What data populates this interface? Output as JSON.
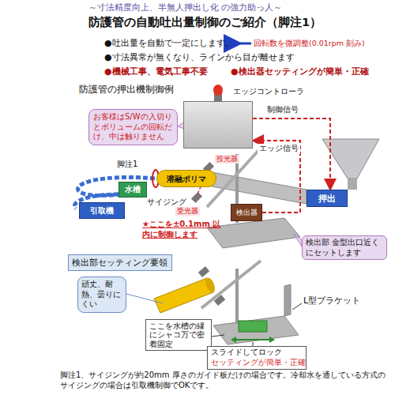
{
  "diagram": {
    "title": "防護管の自動吐出量制御のご紹介（脚注1）",
    "caption": "脚注1、サイジングが約20mm 厚さのガイド板だけの場合です。冷却水を通している方式のサイジングの場合は引取機制御でOKです。",
    "nodes": [
      {
        "text": [
          "エッジコントローラ"
        ]
      },
      {
        "text": [
          "お客様はS/Wの入切りとボリュームの回転だけ、中は触りません"
        ]
      },
      {
        "text": [
          "押出"
        ]
      },
      {
        "text": [
          "溶融ポリマ"
        ]
      },
      {
        "text": [
          "水槽"
        ]
      },
      {
        "text": [
          "引取機"
        ]
      },
      {
        "text": [
          "検出器"
        ]
      },
      {
        "text": [
          "検出部 金型出口近くにセットします"
        ]
      },
      {
        "text": [
          "検出部セッティング要領"
        ]
      },
      {
        "text": [
          "頑丈、耐熱、曇りにくい"
        ]
      },
      {
        "text": [
          "ここを水槽の縁にシャコ万で密着固定"
        ]
      },
      {
        "text": [
          "スライドしてロック",
          "セッティングが簡単・正確"
        ]
      }
    ],
    "edges": [
      {
        "from": 0,
        "to": 2,
        "label": "制御信号",
        "arrow": "to"
      },
      {
        "from": 6,
        "to": 0,
        "label": "エッジ信号",
        "arrow": "to"
      }
    ],
    "labels": [
      "～寸法精度向上、半無人押出し化 の強力助っ人～",
      "●吐出量を自動で一定にします。",
      "回転数を微調整(0.01rpm 刻み)",
      "●寸法異常が無くなり、ラインから目が離せます",
      "●機械工事、電気工事不要",
      "●検出器セッティングが簡単・正確",
      "防護管の押出機制御例",
      "脚注1",
      "サイジング",
      "投光器",
      "受光器",
      "★ここを±0.1mm 以内に制御します",
      "L型ブラケット"
    ]
  }
}
